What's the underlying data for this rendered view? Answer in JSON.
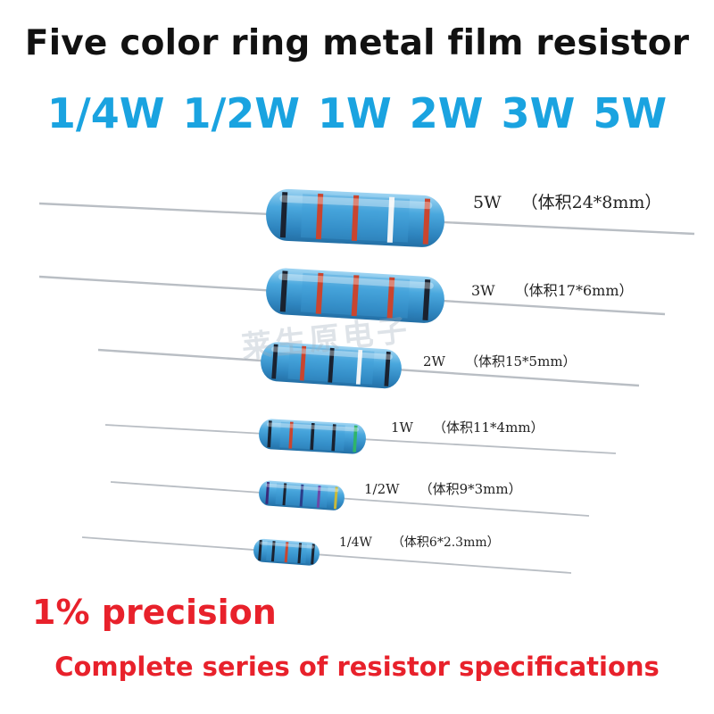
{
  "header": {
    "title": "Five color ring metal film resistor",
    "powers": "1/4W 1/2W 1W 2W 3W 5W"
  },
  "colors": {
    "title": "#111111",
    "accent_blue": "#1aa3e0",
    "accent_red": "#e8212b",
    "resistor_body": "#3e9ed6",
    "lead_wire": "#b9bec4"
  },
  "resistors": [
    {
      "power": "5W",
      "spec": "（体积24*8mm）",
      "bands": [
        "#1a2230",
        "#c9452f",
        "#c9452f",
        "#f1f4f6",
        "#c9452f"
      ]
    },
    {
      "power": "3W",
      "spec": "（体积17*6mm）",
      "bands": [
        "#1a2230",
        "#c9452f",
        "#c9452f",
        "#c9452f",
        "#1a2230"
      ]
    },
    {
      "power": "2W",
      "spec": "（体积15*5mm）",
      "bands": [
        "#1a2230",
        "#c9452f",
        "#1a2230",
        "#f1f4f6",
        "#1a2230"
      ]
    },
    {
      "power": "1W",
      "spec": "（体积11*4mm）",
      "bands": [
        "#1a2230",
        "#c9452f",
        "#1a2230",
        "#1a2230",
        "#2fb46a"
      ]
    },
    {
      "power": "1/2W",
      "spec": "（体积9*3mm）",
      "bands": [
        "#3a2a7a",
        "#1a2230",
        "#2a3d8a",
        "#6a48a8",
        "#c8b93a"
      ]
    },
    {
      "power": "1/4W",
      "spec": "（体积6*2.3mm）",
      "bands": [
        "#1a2230",
        "#1a2230",
        "#c9452f",
        "#1a2230",
        "#1a2230"
      ]
    }
  ],
  "watermark": "莱生原电子",
  "footer": {
    "precision": "1% precision",
    "series": "Complete series of resistor specifications"
  }
}
